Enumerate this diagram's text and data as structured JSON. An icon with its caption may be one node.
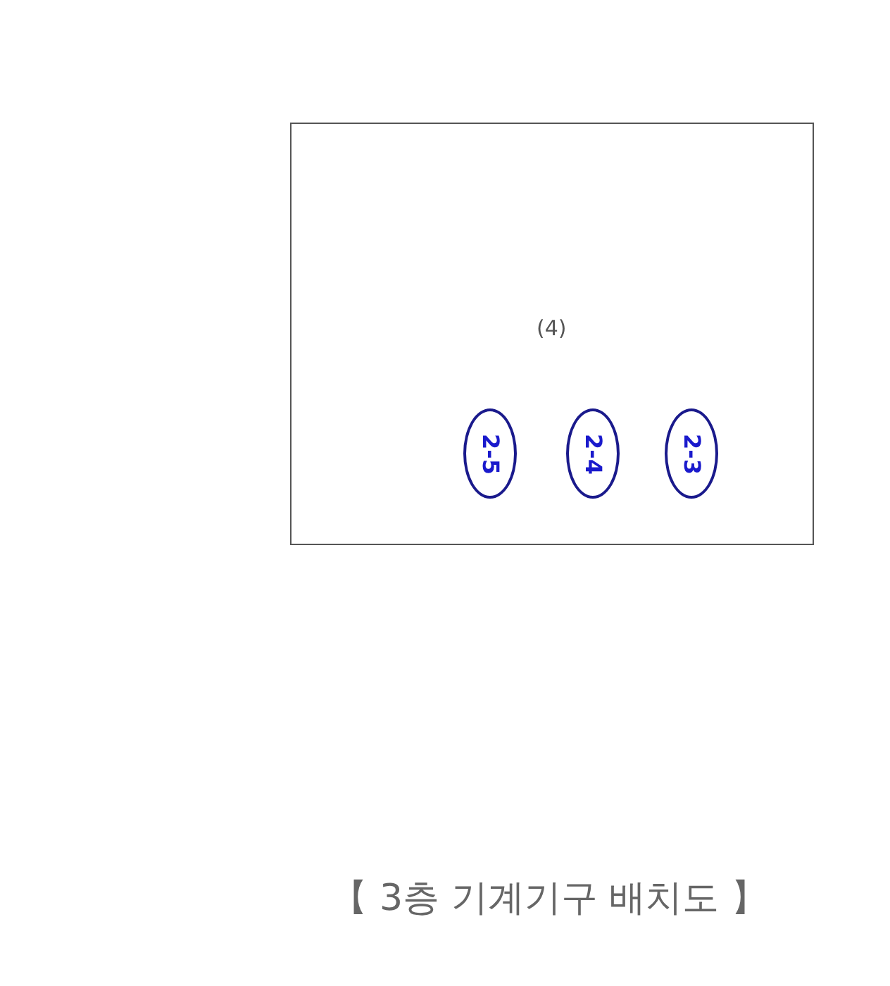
{
  "diagram": {
    "caption": "【 3층 기계기구 배치도 】",
    "nodes": [
      {
        "text": [
          "(4)"
        ]
      },
      {
        "text": [
          "2-5"
        ],
        "in": 0
      },
      {
        "text": [
          "2-4"
        ],
        "in": 0
      },
      {
        "text": [
          "2-3"
        ],
        "in": 0
      }
    ]
  }
}
